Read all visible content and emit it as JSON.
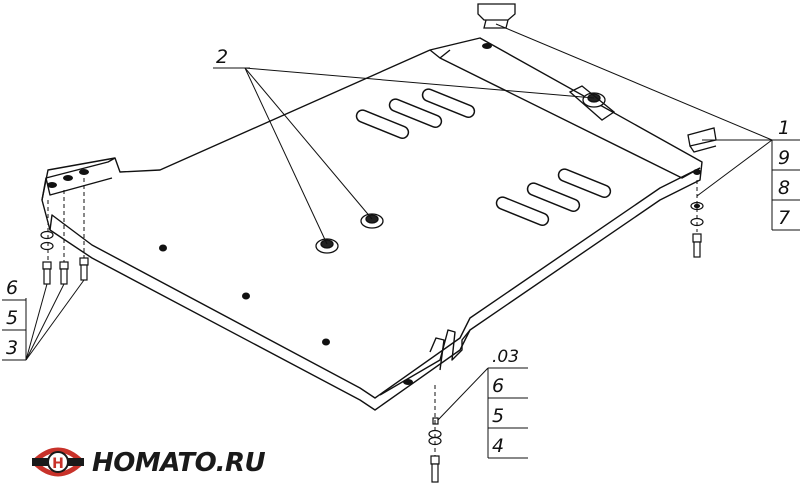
{
  "brand": {
    "name": "HOMATO.RU",
    "logo_letter": "H",
    "accent": "#c8322a"
  },
  "callouts": {
    "top_center": "2",
    "right_stack": [
      "1",
      "9",
      "8",
      "7"
    ],
    "left_stack": [
      "6",
      "5",
      "3"
    ],
    "bottom_stack": [
      ".03",
      "6",
      "5",
      "4"
    ]
  }
}
